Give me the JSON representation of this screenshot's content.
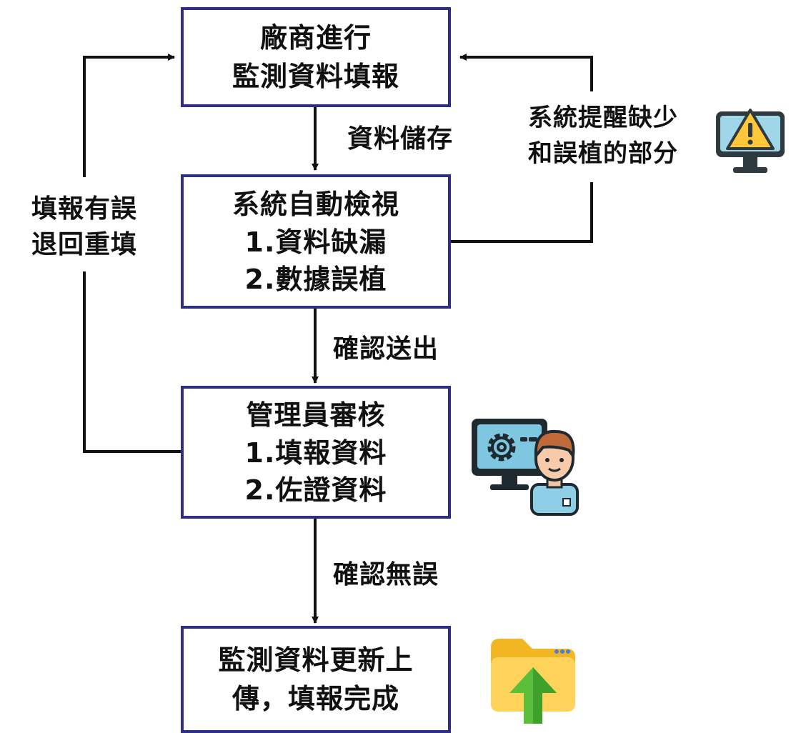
{
  "boxes": {
    "fill_in": {
      "line1": "廠商進行",
      "line2": "監測資料填報"
    },
    "auto_check": {
      "title": "系統自動檢視",
      "item1": "1.資料缺漏",
      "item2": "2.數據誤植"
    },
    "admin_review": {
      "title": "管理員審核",
      "item1": "1.填報資料",
      "item2": "2.佐證資料"
    },
    "complete": {
      "line1": "監測資料更新上",
      "line2": "傳，填報完成"
    }
  },
  "labels": {
    "save": "資料儲存",
    "confirm_send": "確認送出",
    "confirm_ok": "確認無誤",
    "reject": {
      "line1": "填報有誤",
      "line2": "退回重填"
    },
    "reminder": {
      "line1": "系統提醒缺少",
      "line2": "和誤植的部分"
    }
  },
  "icons": [
    "monitor-warning-icon",
    "admin-computer-icon",
    "folder-upload-icon"
  ],
  "colors": {
    "box_border": "#2e2f86",
    "arrow": "#111111"
  }
}
